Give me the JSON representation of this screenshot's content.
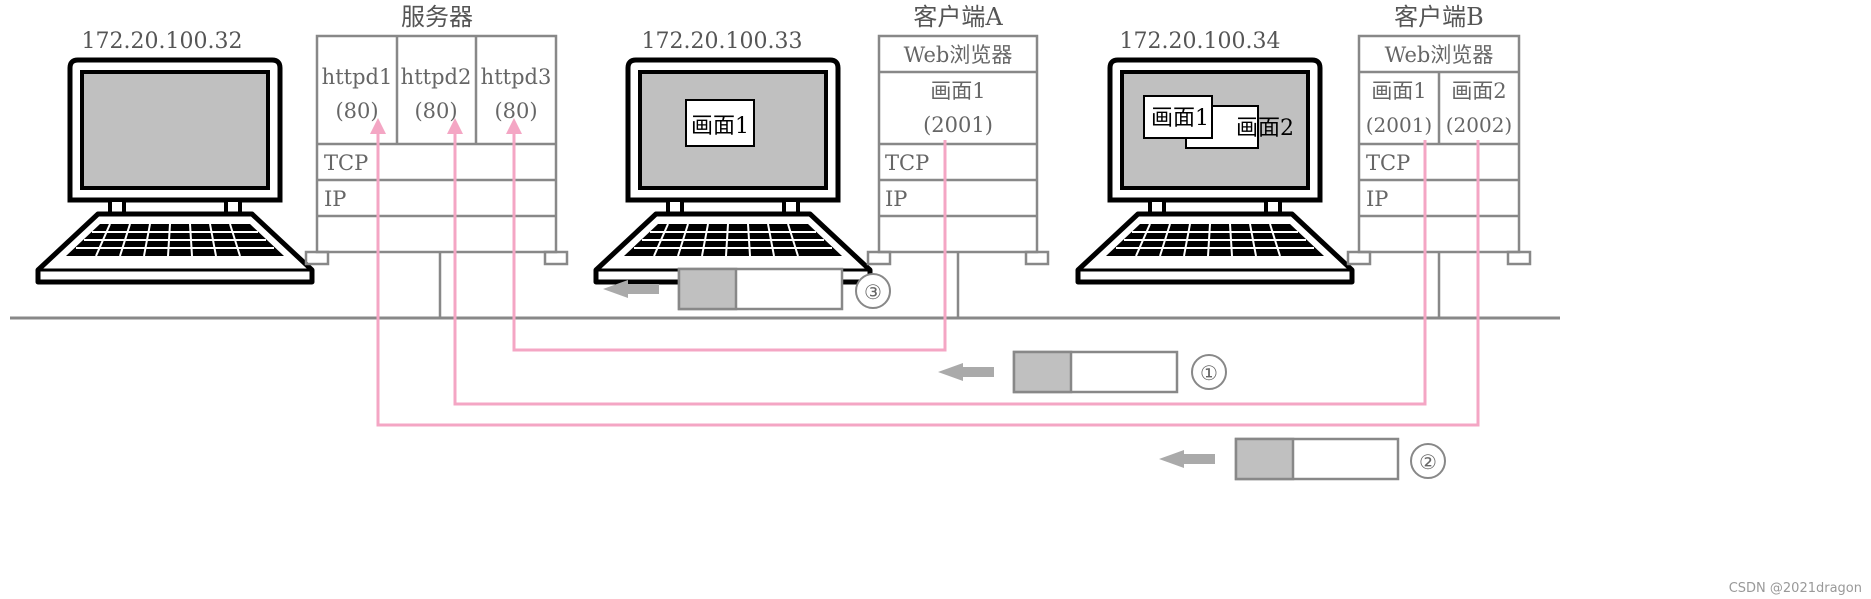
{
  "colors": {
    "box_stroke": "#888888",
    "network_line": "#888888",
    "connection": "#f4a6c4",
    "packet_header": "#c0c0c0",
    "screen": "#c0c0c0",
    "arrow": "#aaaaaa",
    "text": "#666666"
  },
  "computers": [
    {
      "ip": "172.20.100.32"
    },
    {
      "ip": "172.20.100.33",
      "windows": [
        "画面1"
      ]
    },
    {
      "ip": "172.20.100.34",
      "windows": [
        "画面1",
        "画面2"
      ]
    }
  ],
  "server": {
    "title": "服务器",
    "apps": [
      {
        "name": "httpd1",
        "port": "(80)"
      },
      {
        "name": "httpd2",
        "port": "(80)"
      },
      {
        "name": "httpd3",
        "port": "(80)"
      }
    ],
    "layers": [
      "TCP",
      "IP"
    ]
  },
  "client_a": {
    "title": "客户端A",
    "app": "Web浏览器",
    "screens": [
      {
        "name": "画面1",
        "port": "(2001)"
      }
    ],
    "layers": [
      "TCP",
      "IP"
    ]
  },
  "client_b": {
    "title": "客户端B",
    "app": "Web浏览器",
    "screens": [
      {
        "name": "画面1",
        "port": "(2001)"
      },
      {
        "name": "画面2",
        "port": "(2002)"
      }
    ],
    "layers": [
      "TCP",
      "IP"
    ]
  },
  "packets": [
    {
      "number": "③"
    },
    {
      "number": "①"
    },
    {
      "number": "②"
    }
  ],
  "watermark": "CSDN @2021dragon"
}
